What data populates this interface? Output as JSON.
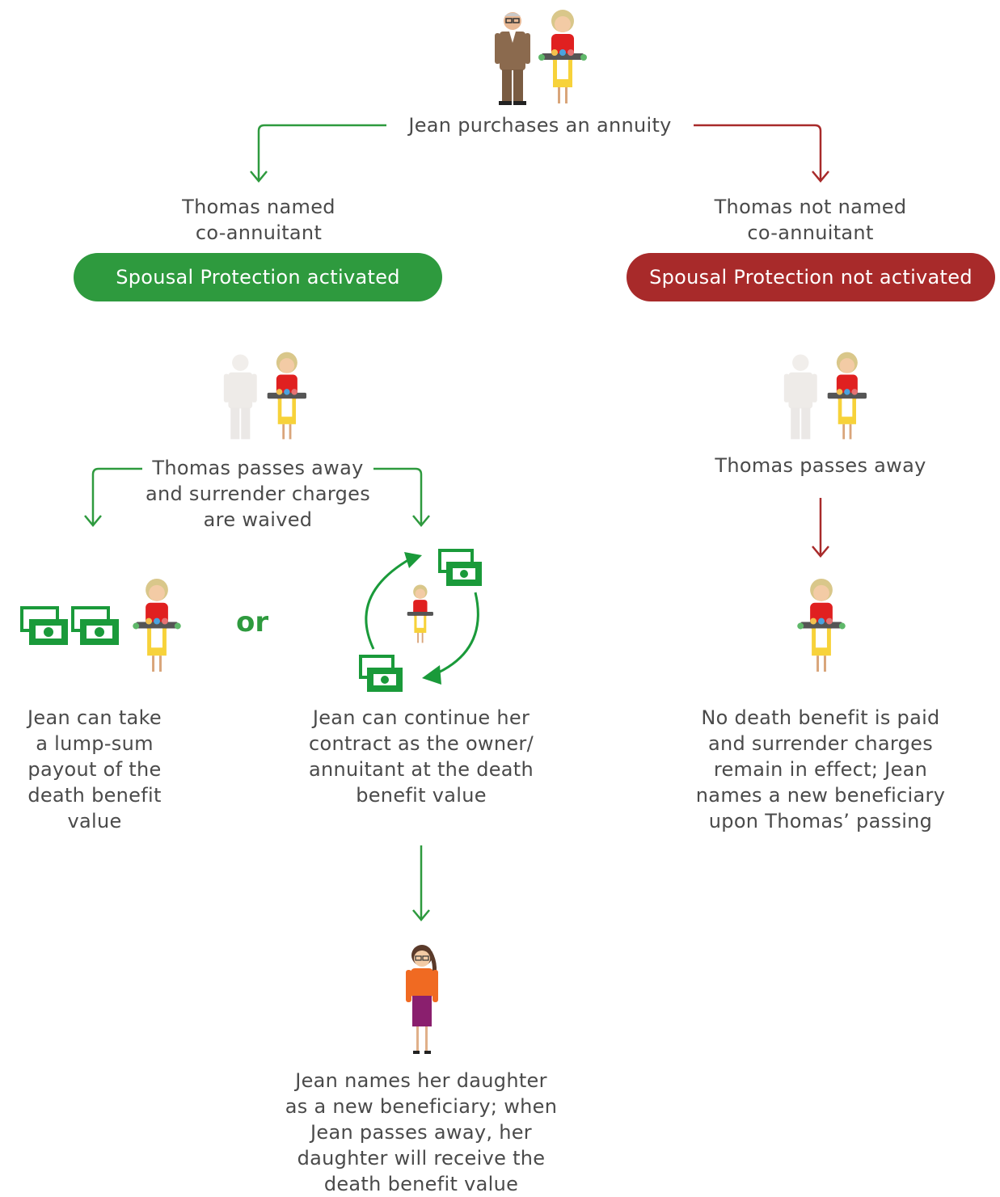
{
  "top": {
    "label": "Jean purchases an annuity"
  },
  "left_branch": {
    "condition": "Thomas named\nco-annuitant",
    "status": "Spousal Protection activated",
    "event": "Thomas passes away\nand surrender charges\nare waived",
    "option_a": "Jean can take\na lump-sum\npayout of the\ndeath benefit\nvalue",
    "or_label": "or",
    "option_b": "Jean can continue her\ncontract as the owner/\nannuitant at the death\nbenefit value",
    "final": "Jean names her daughter\nas a new beneficiary; when\nJean passes away, her\ndaughter will receive the\ndeath benefit value"
  },
  "right_branch": {
    "condition": "Thomas not named\nco-annuitant",
    "status": "Spousal Protection not activated",
    "event": "Thomas passes away",
    "outcome": "No death benefit is paid\nand surrender charges\nremain in effect; Jean\nnames a new beneficiary\nupon Thomas’ passing"
  },
  "colors": {
    "green": "#2e9a3e",
    "red": "#a82a2a",
    "text": "#4a4a4a"
  },
  "icons": [
    "couple-icon",
    "jean-icon",
    "thomas-faded-icon",
    "cash-icon",
    "cycle-arrows-icon",
    "daughter-icon"
  ]
}
